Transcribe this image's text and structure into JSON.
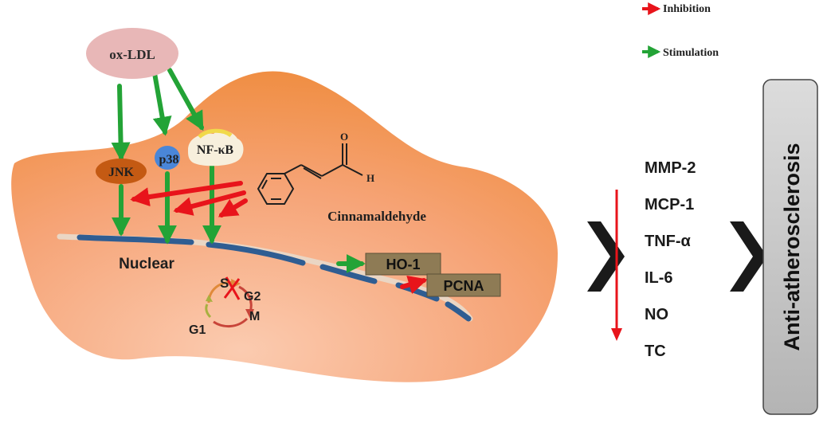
{
  "legend": {
    "inhibition": "Inhibition",
    "stimulation": "Stimulation",
    "inhibition_color": "#e8141b",
    "stimulation_color": "#23a336"
  },
  "nodes": {
    "oxldl": "ox-LDL",
    "jnk": "JNK",
    "p38": "p38",
    "nfkb": "NF-κB",
    "cinnamaldehyde": "Cinnamaldehyde",
    "nuclear": "Nuclear",
    "ho1": "HO-1",
    "pcna": "PCNA"
  },
  "molecule": {
    "oxygen": "O",
    "hydrogen": "H"
  },
  "cell_cycle": {
    "s": "S",
    "g2": "G2",
    "m": "M",
    "g1": "G1"
  },
  "markers": [
    "MMP-2",
    "MCP-1",
    "TNF-α",
    "IL-6",
    "NO",
    "TC"
  ],
  "outcome": "Anti-atherosclerosis"
}
